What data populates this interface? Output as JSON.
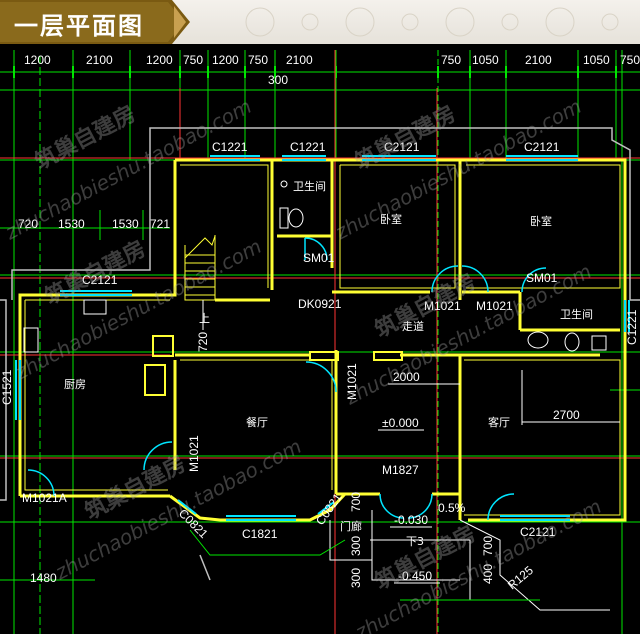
{
  "header": {
    "title": "一层平面图"
  },
  "dimensions": {
    "top_row": [
      "1200",
      "2100",
      "1200",
      "750",
      "1200",
      "750",
      "2100",
      "750",
      "1050",
      "2100",
      "1050",
      "750"
    ],
    "second_row": [
      "300"
    ],
    "left_row": [
      "720",
      "1530",
      "1530",
      "721"
    ],
    "bottom_row": [
      "1480"
    ],
    "inner_2000": "2000",
    "inner_2700": "2700",
    "stair_720": "720",
    "step_700a": "700",
    "step_700b": "700",
    "step_300a": "300",
    "step_300b": "300",
    "step_400": "400",
    "radius": "R125"
  },
  "windows": {
    "c1221_a": "C1221",
    "c1221_b": "C1221",
    "c2121_top_mid": "C2121",
    "c2121_top_right": "C2121",
    "c2121_left": "C2121",
    "c1521": "C1521",
    "c1221_right": "C1221",
    "c0821_a": "C0821",
    "c0821_b": "C0821",
    "c1821": "C1821",
    "c2121_bottom": "C2121"
  },
  "doors": {
    "sm01_a": "SM01",
    "sm01_b": "SM01",
    "dk0921": "DK0921",
    "m1021_a": "M1021",
    "m1021_b": "M1021",
    "m1021_c": "M1021",
    "m1021_d": "M1021",
    "m1021a": "M1021A",
    "m1827": "M1827"
  },
  "rooms": {
    "bath_top": "卫生间",
    "bedroom_a": "卧室",
    "bedroom_b": "卧室",
    "bath_right": "卫生间",
    "kitchen": "厨房",
    "dining": "餐厅",
    "living": "客厅",
    "corridor": "走道",
    "entry": "门廊",
    "stair_up": "上",
    "stair_down": "下3"
  },
  "levels": {
    "main": "±0.000",
    "porch": "-0.030",
    "outside": "-0.450",
    "slope": "0.5%"
  },
  "watermarks": {
    "cn": "筑巢自建房",
    "url": "zhuchaobieshu.taobao.com"
  },
  "colors": {
    "wall": "#ffff33",
    "grid_line": "#00e600",
    "axis_line": "#ff3333",
    "window": "#00e5ff",
    "text": "#ffffff",
    "background": "#000000"
  }
}
